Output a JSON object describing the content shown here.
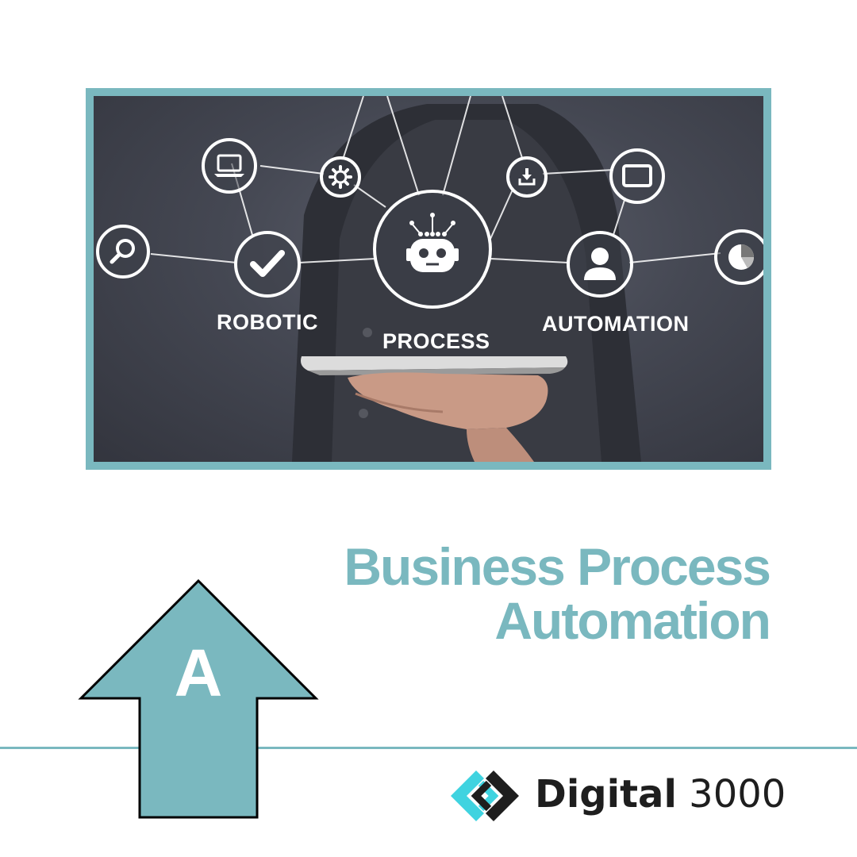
{
  "hero": {
    "labels": {
      "robotic": "ROBOTIC",
      "process": "PROCESS",
      "automation": "AUTOMATION"
    },
    "icons": [
      "search-icon",
      "laptop-icon",
      "gear-icon",
      "checkmark-icon",
      "robot-icon",
      "download-icon",
      "tablet-icon",
      "user-icon",
      "pie-chart-icon"
    ]
  },
  "headline": {
    "line1": "Business Process",
    "line2": "Automation"
  },
  "badge": {
    "letter": "A"
  },
  "brand": {
    "name_bold": "Digital",
    "name_light": "3000"
  },
  "colors": {
    "accent": "#7ab8bf",
    "logo_cyan": "#3fd3e0",
    "text_dark": "#1e1e1e"
  }
}
